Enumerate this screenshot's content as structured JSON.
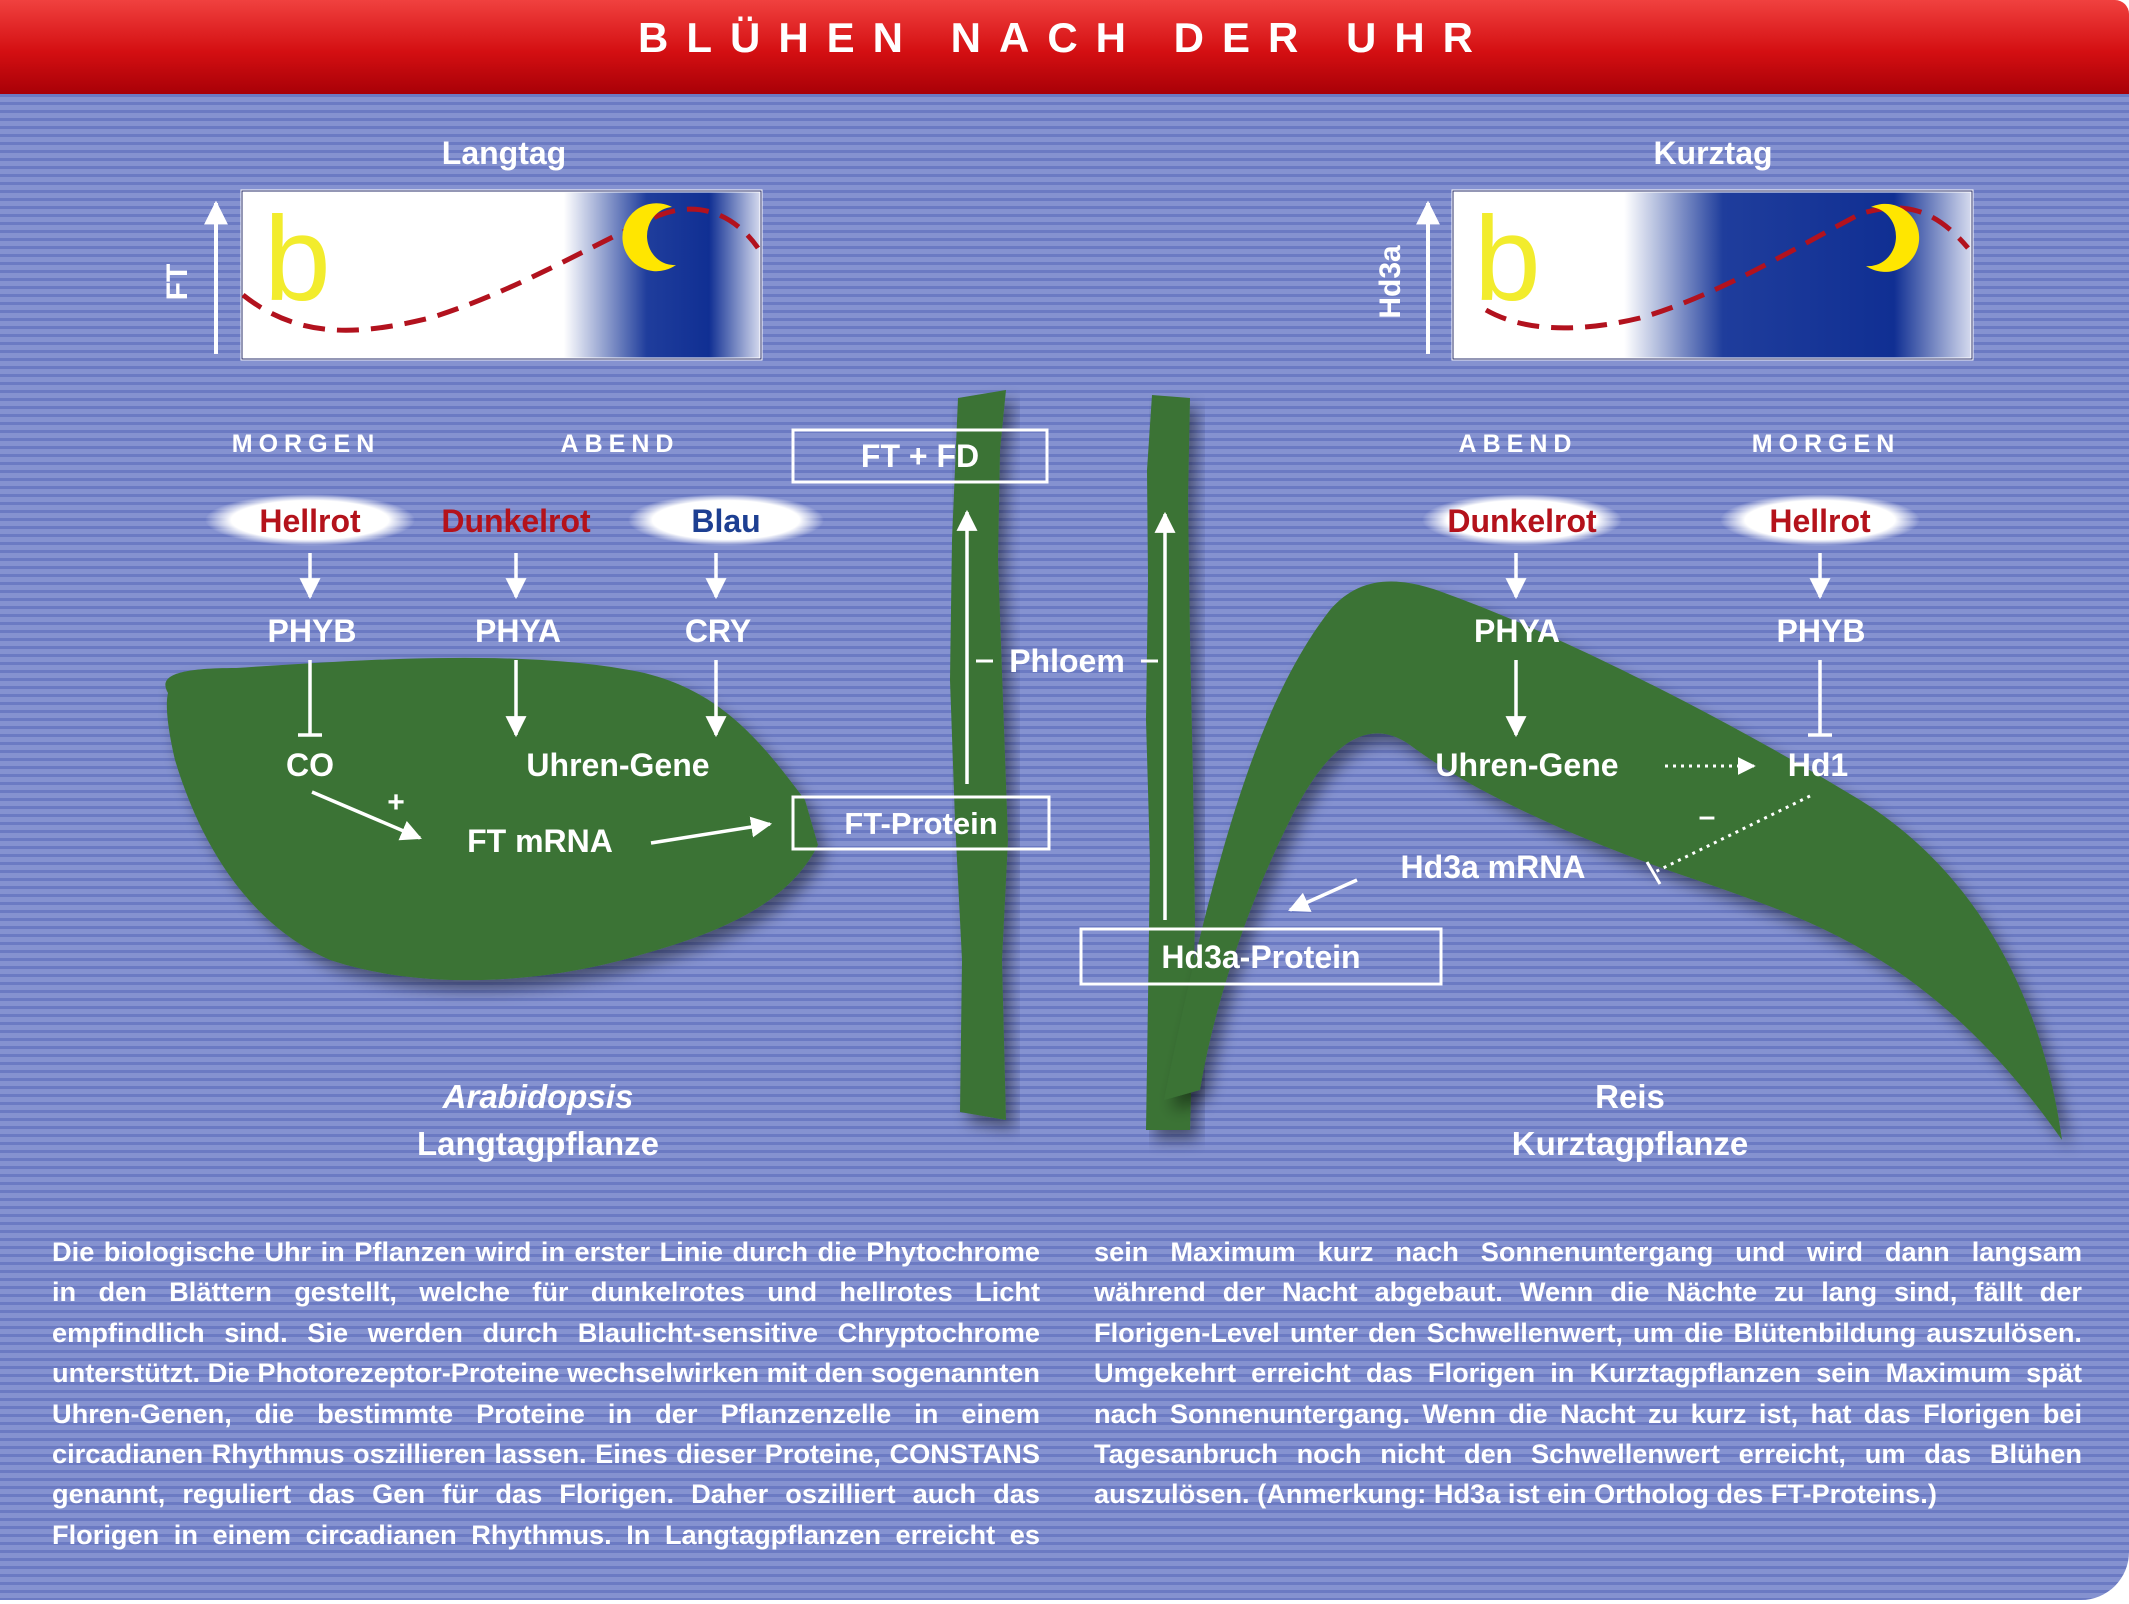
{
  "header": {
    "title": "BLÜHEN NACH DER UHR"
  },
  "left": {
    "chart_title": "Langtag",
    "axis_label": "FT",
    "panel_letter": "b",
    "time_morning": "MORGEN",
    "time_evening": "ABEND",
    "light_1": "Hellrot",
    "light_2": "Dunkelrot",
    "light_3": "Blau",
    "receptor_1": "PHYB",
    "receptor_2": "PHYA",
    "receptor_3": "CRY",
    "node_co": "CO",
    "node_clock": "Uhren-Gene",
    "plus_sign": "+",
    "node_mrna": "FT mRNA",
    "protein_box": "FT-Protein",
    "target_box": "FT + FD",
    "caption_species": "Arabidopsis",
    "caption_type": "Langtagpflanze"
  },
  "middle": {
    "phloem_label": "Phloem"
  },
  "right": {
    "chart_title": "Kurztag",
    "axis_label": "Hd3a",
    "panel_letter": "b",
    "time_evening": "ABEND",
    "time_morning": "MORGEN",
    "light_1": "Dunkelrot",
    "light_2": "Hellrot",
    "receptor_1": "PHYA",
    "receptor_2": "PHYB",
    "node_clock": "Uhren-Gene",
    "node_hd1": "Hd1",
    "minus_sign": "–",
    "node_mrna": "Hd3a mRNA",
    "protein_box": "Hd3a-Protein",
    "caption_species": "Reis",
    "caption_type": "Kurztagpflanze"
  },
  "colors": {
    "banner": "#d40f12",
    "leaf": "#3a7336",
    "background": "#7785c8",
    "red_label": "#b4121b",
    "blue_label": "#1d3f92",
    "night": "#0d2c8f",
    "curve": "#b2121e",
    "moon": "#ffe600"
  },
  "body_text": "Die biologische Uhr in Pflanzen wird in erster Linie durch die Phyto­chrome in den Blättern gestellt, welche für dunkelrotes und hellrotes Licht empfindlich sind. Sie werden durch Blaulicht-sensitive Chrypto­chrome unterstützt. Die Photorezeptor-Proteine wechselwirken mit den sogenannten Uhren-Genen, die bestimmte Proteine in der Pflanzenzelle in einem circadianen Rhythmus oszillieren lassen. Eines dieser Pro­teine, CONSTANS genannt, reguliert das Gen für das Florigen. Daher oszilliert auch das Florigen in einem circadianen Rhythmus. In Lang­tagpflanzen erreicht es sein Maximum kurz nach Sonnenuntergang und wird dann langsam während der Nacht abgebaut. Wenn die Nächte zu lang sind, fällt der Florigen-Level unter den Schwellenwert, um die Blütenbildung auszulösen. Umgekehrt erreicht das Florigen in Kurztag­pflanzen sein Maximum spät nach Sonnenuntergang. Wenn die Nacht zu kurz ist, hat das Florigen bei Tagesanbruch noch nicht den Schwel­lenwert erreicht, um das Blühen auszulösen. (Anmerkung: Hd3a ist ein Ortholog des FT-Proteins.)"
}
